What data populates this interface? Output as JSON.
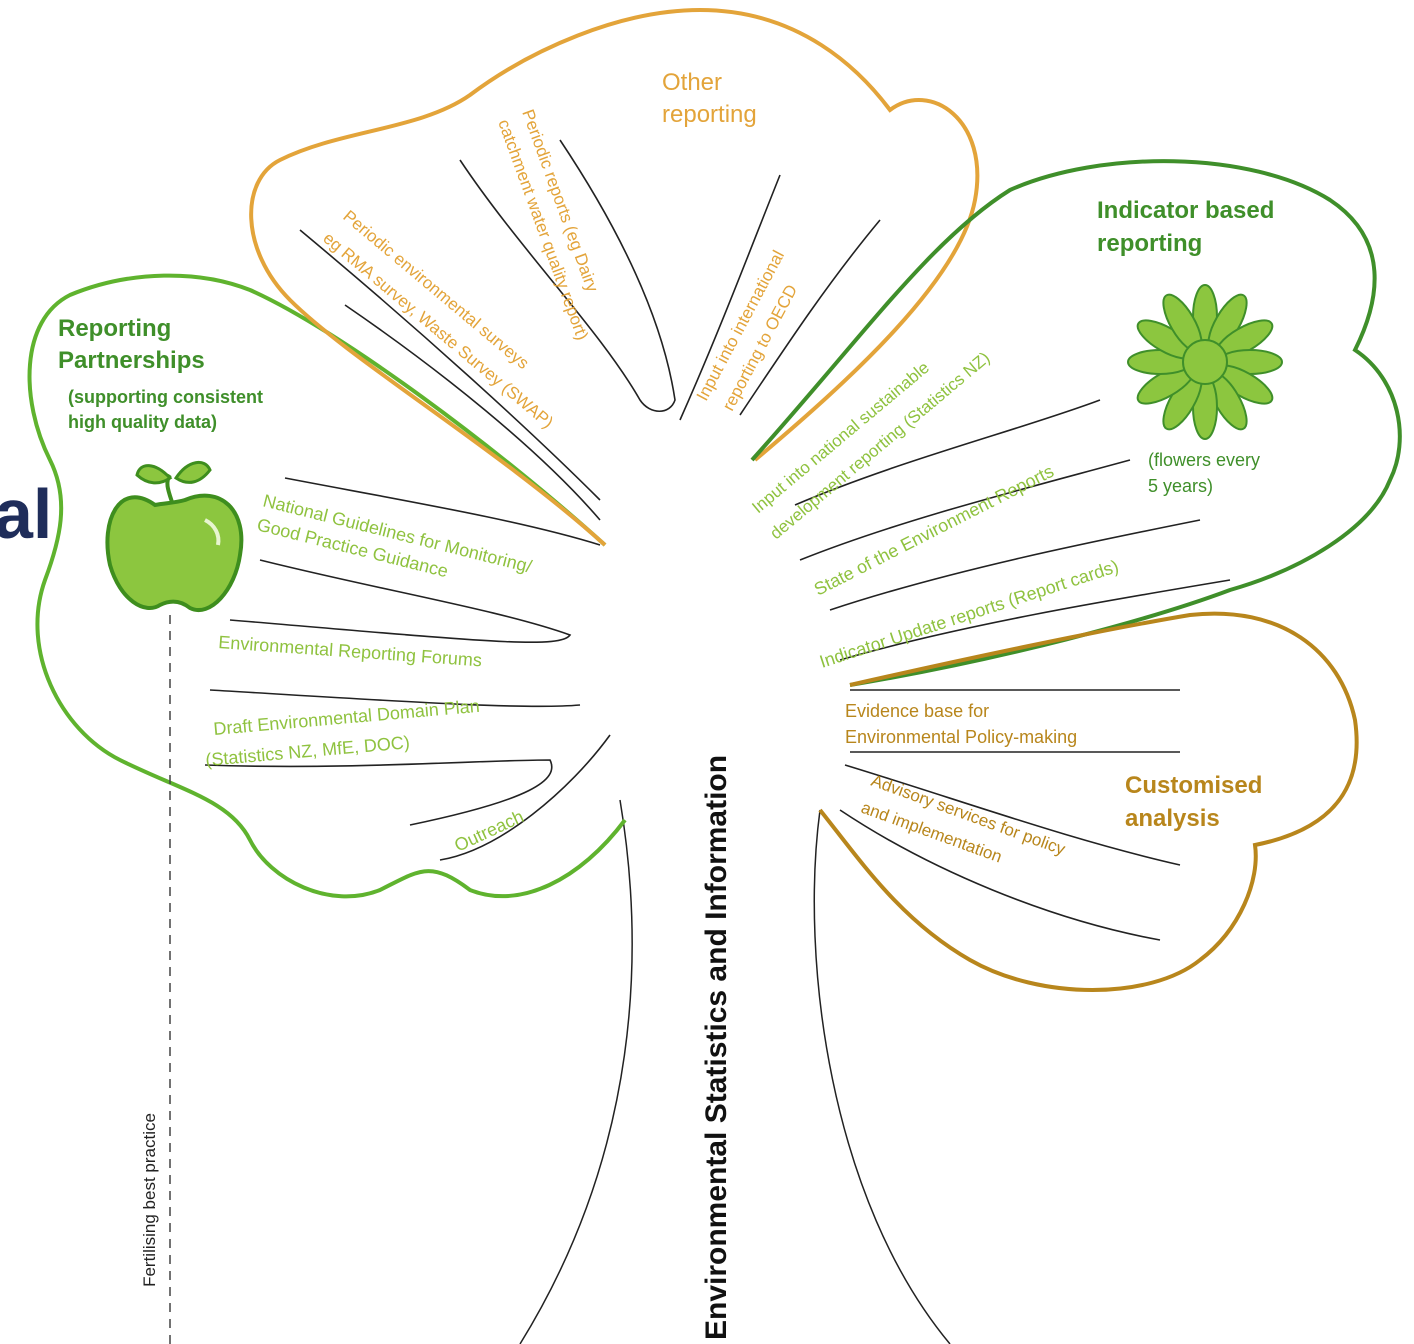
{
  "page_fragment": "al",
  "trunk_label": "Environmental Statistics and Information",
  "side_label": "Fertilising best practice",
  "colors": {
    "partnerships": "#5fb32e",
    "other_reporting": "#e3a43a",
    "indicator": "#3f8f2a",
    "customised": "#b8861c",
    "title_navy": "#1f2d5a"
  },
  "branches": {
    "partnerships": {
      "heading_1": "Reporting",
      "heading_2": "Partnerships",
      "sub_1": "(supporting consistent",
      "sub_2": "high quality data)",
      "icon": "apple-icon",
      "items": [
        "National Guidelines for Monitoring/",
        "Good Practice Guidance",
        "Environmental Reporting Forums",
        "Draft Environmental Domain Plan",
        "(Statistics NZ, MfE, DOC)",
        "Outreach"
      ]
    },
    "other_reporting": {
      "heading_1": "Other",
      "heading_2": "reporting",
      "items": [
        "Periodic environmental surveys",
        "eg RMA survey, Waste Survey (SWAP)",
        "Periodic reports (eg Dairy",
        "catchment water quality report)",
        "Input into international",
        "reporting to OECD"
      ]
    },
    "indicator": {
      "heading_1": "Indicator based",
      "heading_2": "reporting",
      "icon": "flower-icon",
      "note_1": "(flowers every",
      "note_2": "5 years)",
      "items": [
        "Input into national sustainable",
        "development reporting (Statistics NZ)",
        "State of the Environment Reports",
        "Indicator Update reports (Report cards)"
      ]
    },
    "customised": {
      "heading_1": "Customised",
      "heading_2": "analysis",
      "items": [
        "Evidence base for",
        "Environmental Policy-making",
        "Advisory services for policy",
        "and implementation"
      ]
    }
  }
}
